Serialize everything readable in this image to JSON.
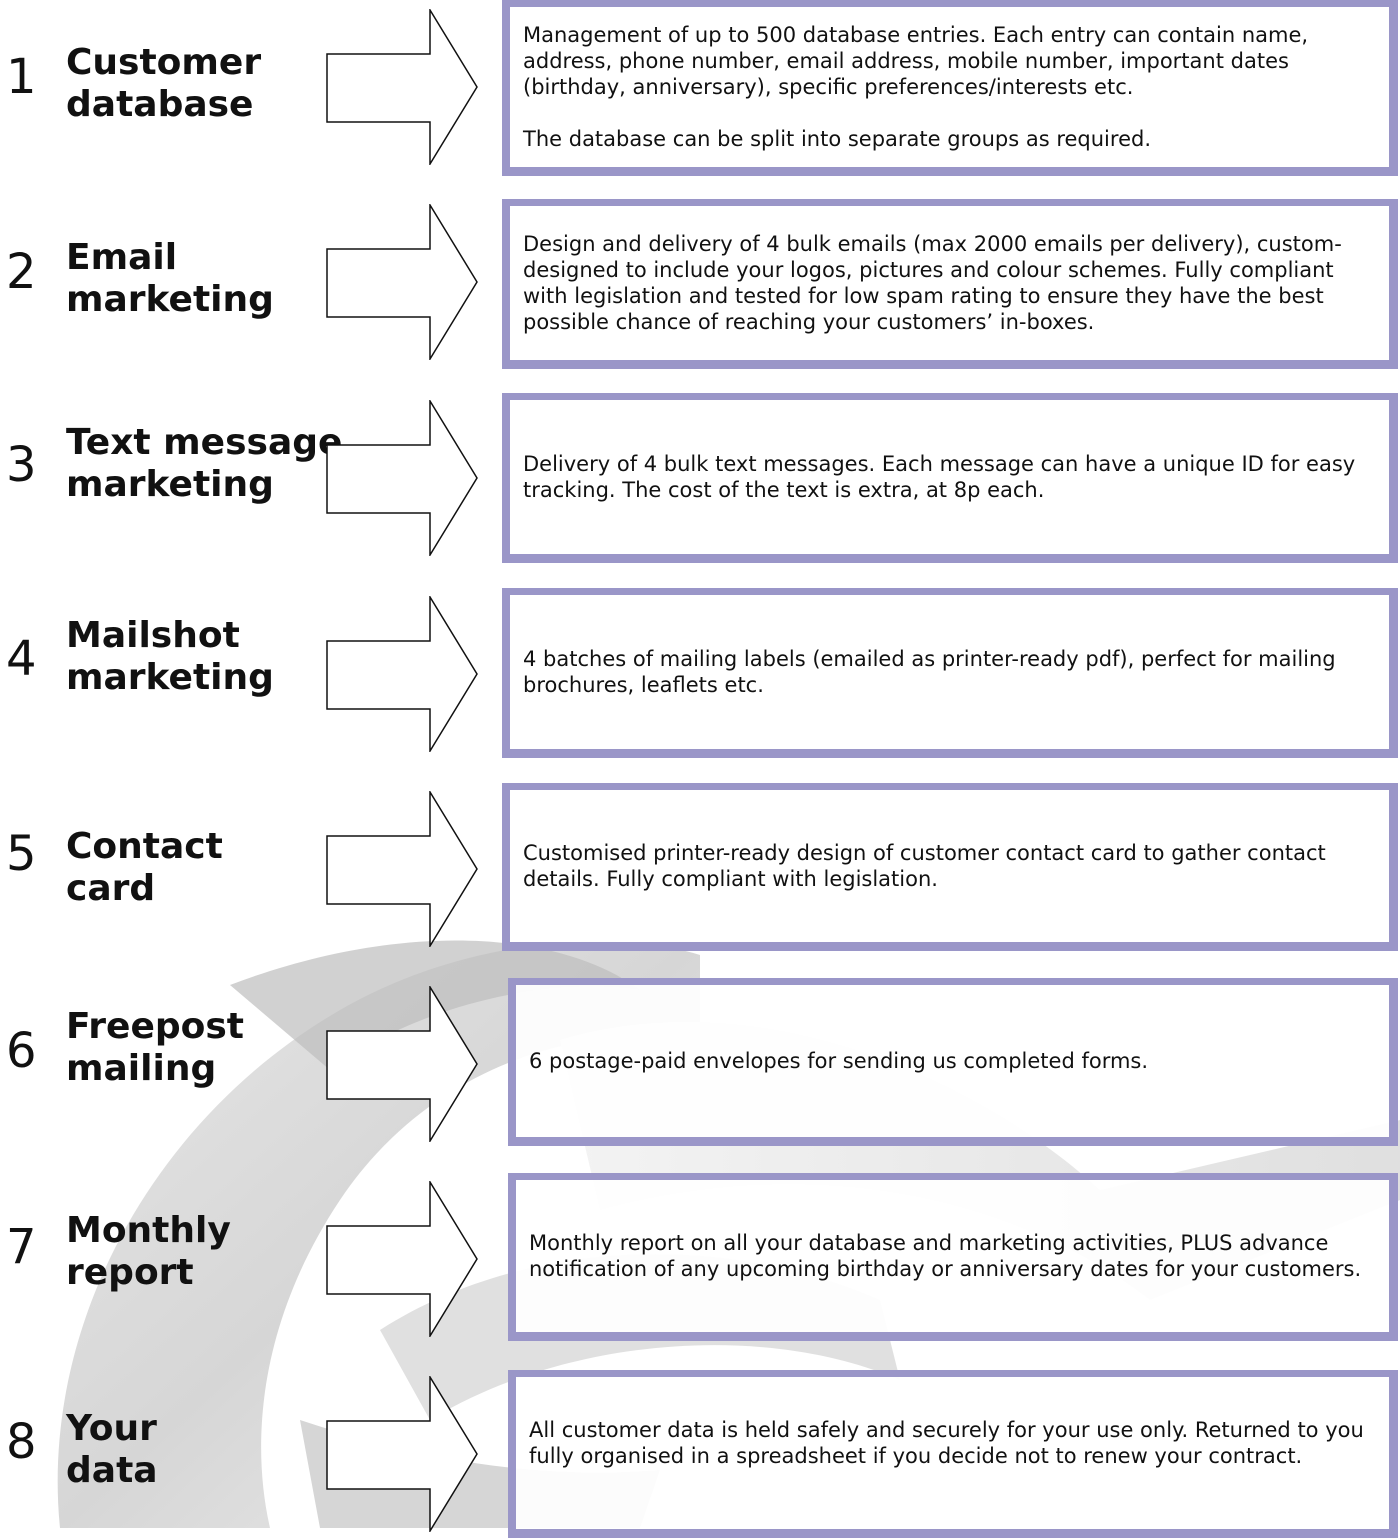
{
  "accent_color": "#9a96c8",
  "items": [
    {
      "number": "1",
      "title_line1": "Customer",
      "title_line2": "database",
      "description": "Management of up to 500 database entries.  Each entry can contain name, address, phone number, email address, mobile number, important dates (birthday, anniversary), specific preferences/interests etc.\n\nThe database can be split into separate groups as required."
    },
    {
      "number": "2",
      "title_line1": "Email",
      "title_line2": "marketing",
      "description": "Design and delivery of 4 bulk emails (max 2000 emails per delivery), custom-designed to include your logos, pictures and colour schemes.  Fully compliant with legislation and tested for low spam rating to ensure they have the best possible chance of reaching your customers’ in-boxes."
    },
    {
      "number": "3",
      "title_line1": "Text message",
      "title_line2": "marketing",
      "description": "Delivery of 4 bulk text messages.  Each message can have a unique ID for easy tracking.  The cost of the text is extra, at 8p each."
    },
    {
      "number": "4",
      "title_line1": "Mailshot",
      "title_line2": "marketing",
      "description": "4 batches of mailing labels (emailed as printer-ready pdf), perfect for mailing brochures, leaflets etc."
    },
    {
      "number": "5",
      "title_line1": "Contact",
      "title_line2": "card",
      "description": "Customised printer-ready design of customer contact card to gather contact details.  Fully compliant with legislation."
    },
    {
      "number": "6",
      "title_line1": "Freepost",
      "title_line2": "mailing",
      "description": "6 postage-paid envelopes for sending us completed forms."
    },
    {
      "number": "7",
      "title_line1": "Monthly",
      "title_line2": "report",
      "description": "Monthly report on all your database and marketing activities, PLUS advance notification of any upcoming birthday or anniversary dates for your customers."
    },
    {
      "number": "8",
      "title_line1": "Your",
      "title_line2": "data",
      "description": "All customer data is held safely and securely for your use only.  Returned to you fully organised in a spreadsheet if you decide not to renew your contract."
    }
  ]
}
